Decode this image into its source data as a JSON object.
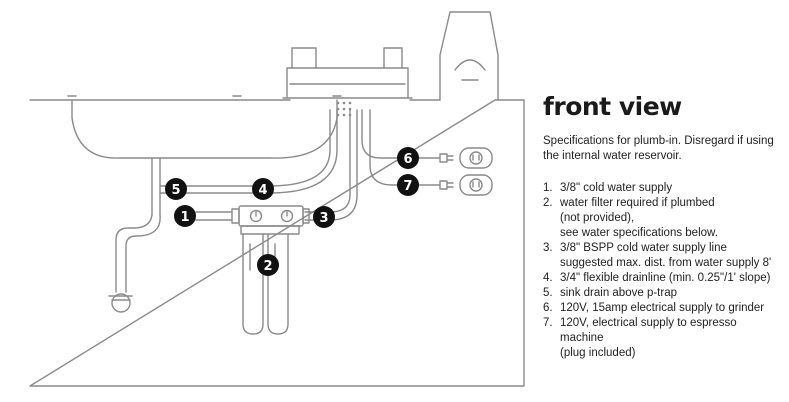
{
  "heading": "front view",
  "intro": "Specifications for plumb-in. Disregard if using the internal water reservoir.",
  "items": [
    {
      "number": "1.",
      "lines": [
        "3/8\" cold water supply"
      ]
    },
    {
      "number": "2.",
      "lines": [
        "water filter required if plumbed",
        "(not provided),",
        "see water specifications below."
      ]
    },
    {
      "number": "3.",
      "lines": [
        "3/8\" BSPP cold water supply line",
        "suggested max. dist. from water supply 8'"
      ]
    },
    {
      "number": "4.",
      "lines": [
        "3/4\" flexible drainline (min. 0.25\"/1' slope)"
      ]
    },
    {
      "number": "5.",
      "lines": [
        "sink drain above p-trap"
      ]
    },
    {
      "number": "6.",
      "lines": [
        "120V, 15amp electrical supply to grinder"
      ]
    },
    {
      "number": "7.",
      "lines": [
        "120V, electrical supply to espresso machine",
        "(plug included)"
      ]
    }
  ],
  "callouts": [
    "1",
    "2",
    "3",
    "4",
    "5",
    "6",
    "7"
  ],
  "colors": {
    "line": "#8a8a8a",
    "badge": "#111111",
    "badge_text": "#ffffff"
  }
}
